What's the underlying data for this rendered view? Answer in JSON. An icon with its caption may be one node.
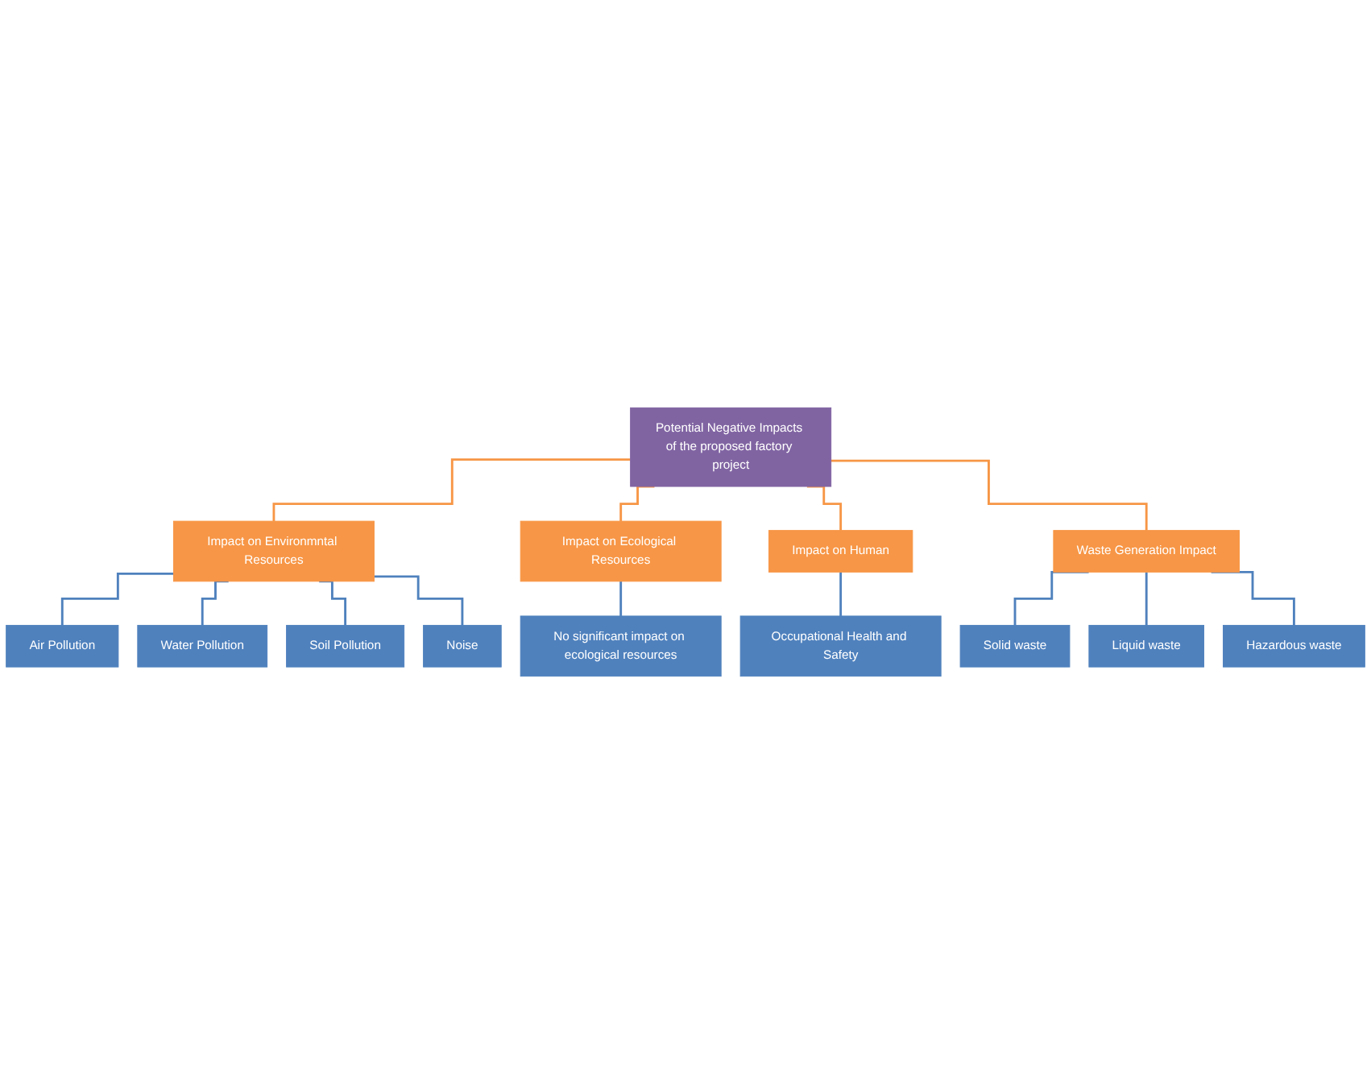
{
  "diagram": {
    "nodes": [
      {
        "text": [
          "Potential Negative Impacts of the proposed factory project"
        ]
      },
      {
        "text": [
          "Impact on Environmntal Resources"
        ]
      },
      {
        "text": [
          "Impact on Ecological Resources"
        ]
      },
      {
        "text": [
          "Impact on Human"
        ]
      },
      {
        "text": [
          "Waste Generation Impact"
        ]
      },
      {
        "text": [
          "Air Pollution"
        ]
      },
      {
        "text": [
          "Water Pollution"
        ]
      },
      {
        "text": [
          "Soil Pollution"
        ]
      },
      {
        "text": [
          "Noise"
        ]
      },
      {
        "text": [
          "No significant impact on ecological resources"
        ]
      },
      {
        "text": [
          "Occupational Health and Safety"
        ]
      },
      {
        "text": [
          "Solid waste"
        ]
      },
      {
        "text": [
          "Liquid waste"
        ]
      },
      {
        "text": [
          "Hazardous waste"
        ]
      }
    ],
    "edges": [
      {
        "from": 0,
        "to": 1,
        "arrow": "none",
        "color": "#f79646"
      },
      {
        "from": 0,
        "to": 2,
        "arrow": "none",
        "color": "#f79646"
      },
      {
        "from": 0,
        "to": 3,
        "arrow": "none",
        "color": "#f79646"
      },
      {
        "from": 0,
        "to": 4,
        "arrow": "none",
        "color": "#f79646"
      },
      {
        "from": 1,
        "to": 5,
        "arrow": "none"
      },
      {
        "from": 1,
        "to": 6,
        "arrow": "none"
      },
      {
        "from": 1,
        "to": 7,
        "arrow": "none"
      },
      {
        "from": 1,
        "to": 8,
        "arrow": "none"
      },
      {
        "from": 2,
        "to": 9,
        "arrow": "none"
      },
      {
        "from": 3,
        "to": 10,
        "arrow": "none"
      },
      {
        "from": 4,
        "to": 11,
        "arrow": "none"
      },
      {
        "from": 4,
        "to": 12,
        "arrow": "none"
      },
      {
        "from": 4,
        "to": 13,
        "arrow": "none"
      }
    ]
  }
}
